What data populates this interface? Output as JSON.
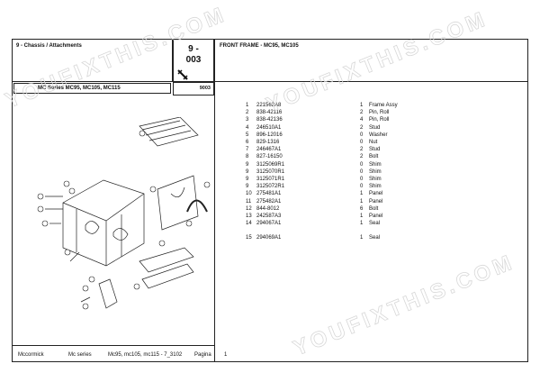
{
  "header": {
    "section": "9 - Chassis / Attachments",
    "code_line1": "9 -",
    "code_line2": "003",
    "code_small": "9003",
    "series": "MC Series MC95, MC105, MC115",
    "title": "FRONT FRAME - MC95, MC105"
  },
  "parts": [
    {
      "pos": "1",
      "code": "221562A8",
      "qty": "1",
      "desc": "Frame Assy"
    },
    {
      "pos": "2",
      "code": "838-42116",
      "qty": "2",
      "desc": "Pin, Roll"
    },
    {
      "pos": "3",
      "code": "838-42136",
      "qty": "4",
      "desc": "Pin, Roll"
    },
    {
      "pos": "4",
      "code": "246510A1",
      "qty": "2",
      "desc": "Stud"
    },
    {
      "pos": "5",
      "code": "896-12016",
      "qty": "0",
      "desc": "Washer"
    },
    {
      "pos": "6",
      "code": "829-1316",
      "qty": "0",
      "desc": "Nut"
    },
    {
      "pos": "7",
      "code": "246467A1",
      "qty": "2",
      "desc": "Stud"
    },
    {
      "pos": "8",
      "code": "827-16150",
      "qty": "2",
      "desc": "Bolt"
    },
    {
      "pos": "9",
      "code": "3125069R1",
      "qty": "0",
      "desc": "Shim"
    },
    {
      "pos": "9",
      "code": "3125070R1",
      "qty": "0",
      "desc": "Shim"
    },
    {
      "pos": "9",
      "code": "3125071R1",
      "qty": "0",
      "desc": "Shim"
    },
    {
      "pos": "9",
      "code": "3125072R1",
      "qty": "0",
      "desc": "Shim"
    },
    {
      "pos": "10",
      "code": "275481A1",
      "qty": "1",
      "desc": "Panel"
    },
    {
      "pos": "11",
      "code": "275482A1",
      "qty": "1",
      "desc": "Panel"
    },
    {
      "pos": "12",
      "code": "844-8012",
      "qty": "6",
      "desc": "Bolt"
    },
    {
      "pos": "13",
      "code": "242587A3",
      "qty": "1",
      "desc": "Panel"
    },
    {
      "pos": "14",
      "code": "294067A1",
      "qty": "1",
      "desc": "Seal"
    },
    {
      "pos": "15",
      "code": "294069A1",
      "qty": "1",
      "desc": "Seal"
    }
  ],
  "footer": {
    "brand": "Mccormick",
    "series": "Mc series",
    "models": "Mc95, mc105, mc115 - 7_3102",
    "page_label": "Pagina",
    "page_number": "1"
  },
  "watermark": "YOUFIXTHIS.COM"
}
